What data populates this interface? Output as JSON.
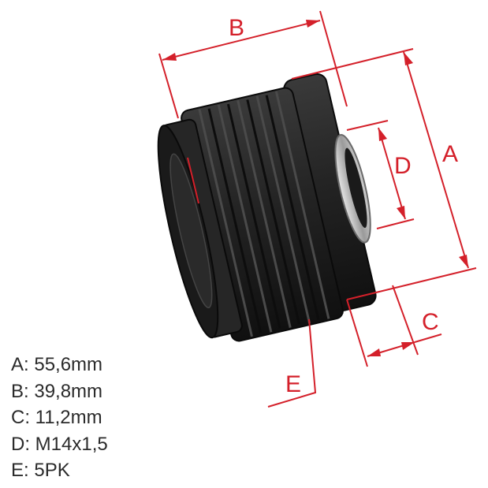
{
  "colors": {
    "dimension": "#d4202a",
    "text": "#2b2b2b",
    "part_dark": "#1b1b1b",
    "part_mid": "#2e2e2e",
    "metal": "#b9b9b9"
  },
  "dimensions": {
    "A": {
      "letter": "A"
    },
    "B": {
      "letter": "B"
    },
    "C": {
      "letter": "C"
    },
    "D": {
      "letter": "D"
    },
    "E": {
      "letter": "E"
    }
  },
  "specs": [
    {
      "key": "A",
      "text": "A: 55,6mm"
    },
    {
      "key": "B",
      "text": "B: 39,8mm"
    },
    {
      "key": "C",
      "text": "C: 11,2mm"
    },
    {
      "key": "D",
      "text": "D: M14x1,5"
    },
    {
      "key": "E",
      "text": "E: 5PK"
    }
  ]
}
